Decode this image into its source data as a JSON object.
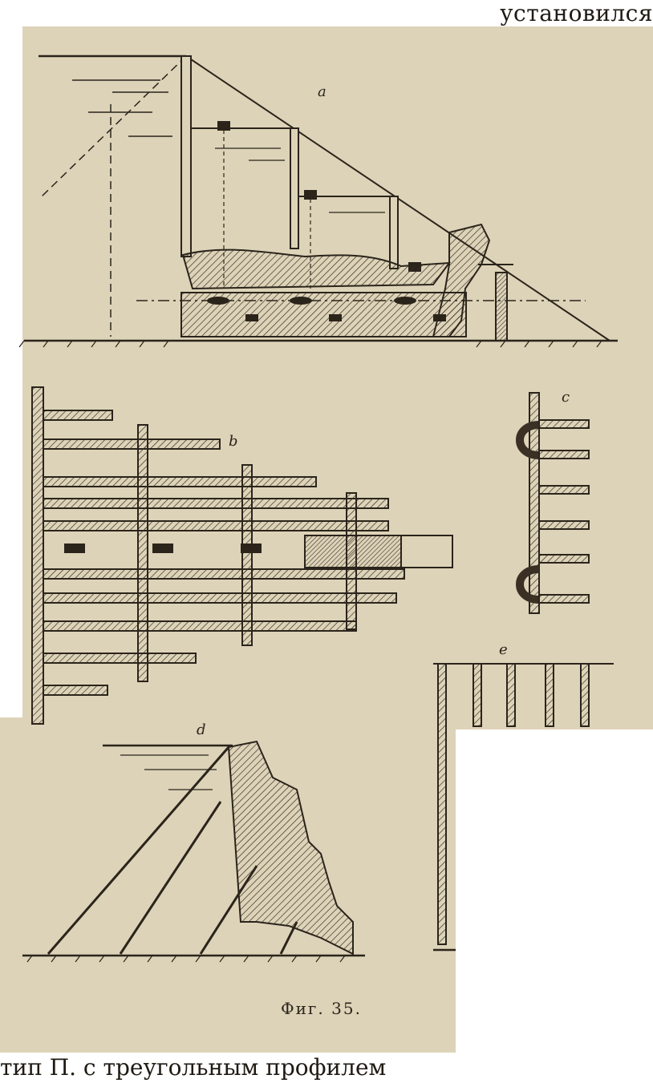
{
  "header": {
    "word": "установился"
  },
  "figure": {
    "caption": "Фиг. 35.",
    "labels": {
      "a": "a",
      "b": "b",
      "c": "c",
      "d": "d",
      "e": "e"
    }
  },
  "footer": {
    "text": "тип П. с треугольным профилем"
  }
}
